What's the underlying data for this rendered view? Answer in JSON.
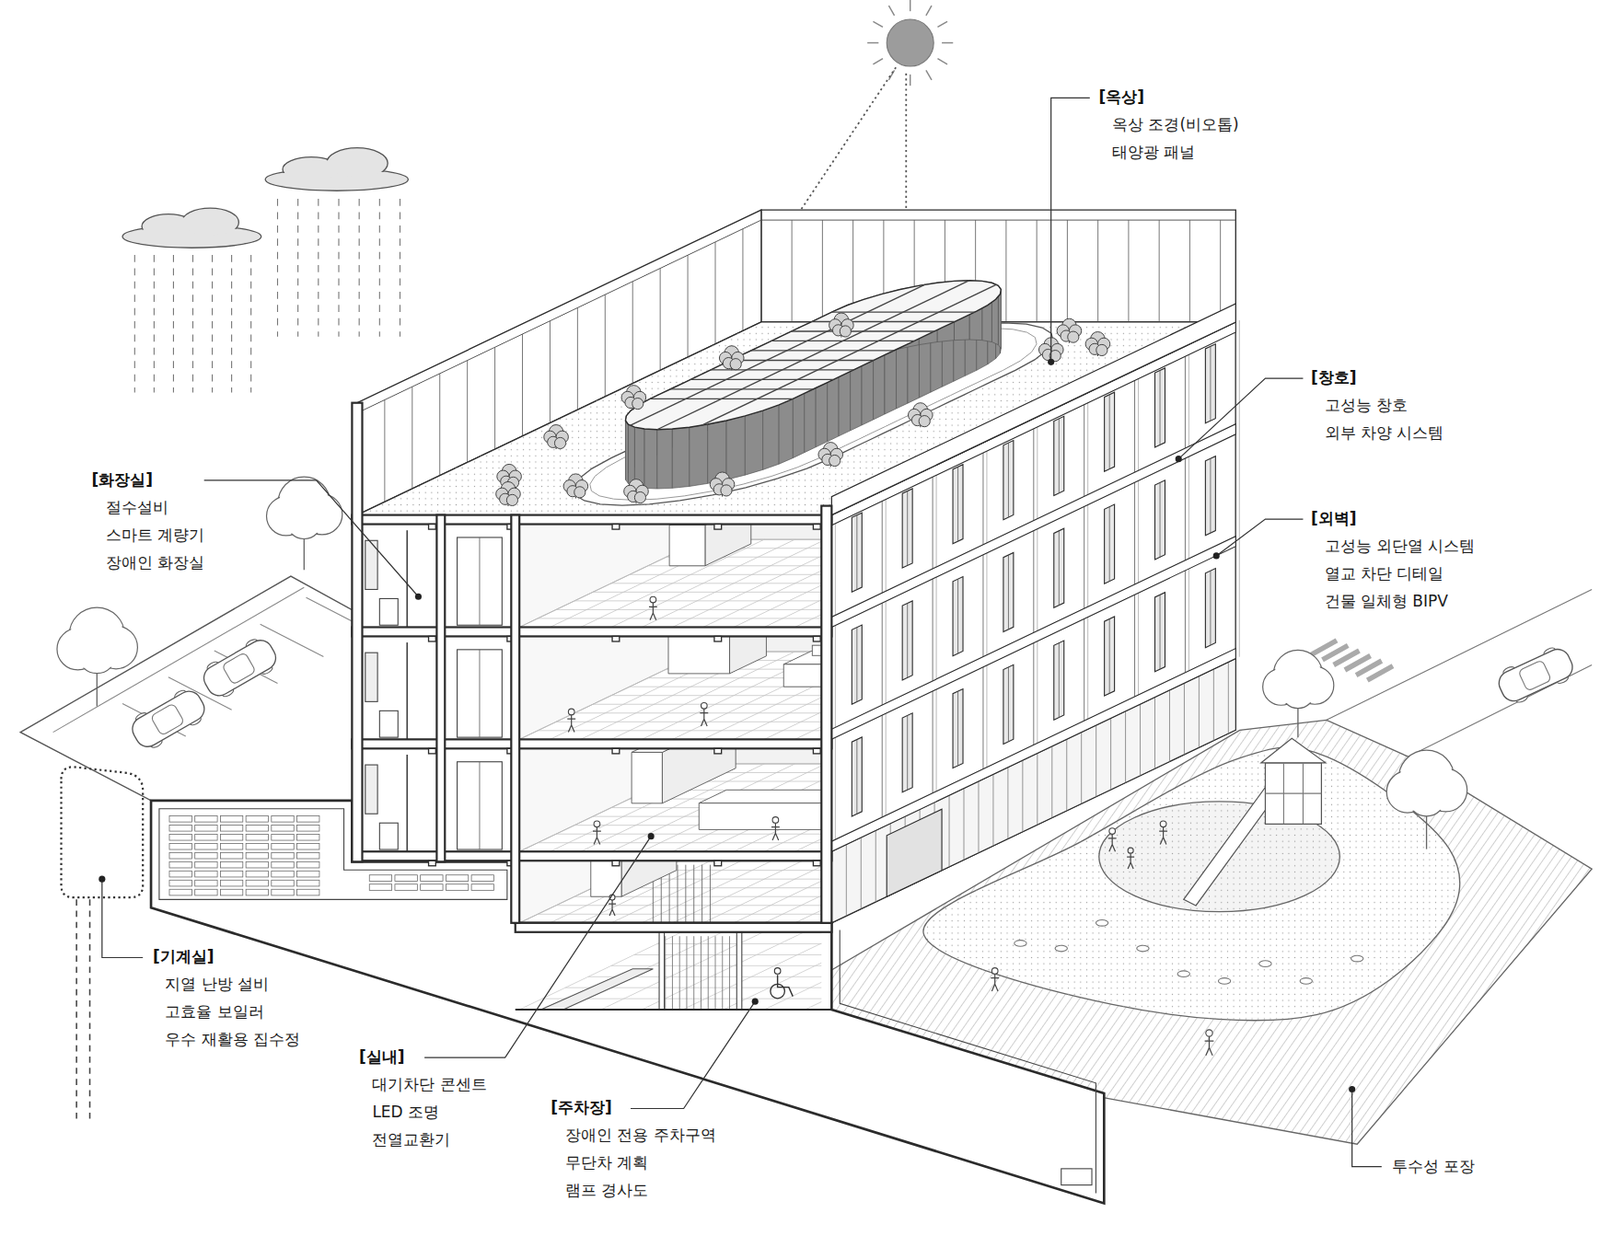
{
  "diagram": {
    "labels": [
      "[옥상]",
      "옥상 조경(비오톱)",
      "태양광 패널",
      "[창호]",
      "고성능 창호",
      "외부 차양 시스템",
      "[외벽]",
      "고성능 외단열 시스템",
      "열교 차단 디테일",
      "건물 일체형 BIPV",
      "[화장실]",
      "절수설비",
      "스마트 계량기",
      "장애인 화장실",
      "[기계실]",
      "지열 난방 설비",
      "고효율 보일러",
      "우수 재활용 집수정",
      "[실내]",
      "대기차단 콘센트",
      "LED 조명",
      "전열교환기",
      "[주차장]",
      "장애인 전용 주차구역",
      "무단차 계획",
      "램프 경사도",
      "투수성 포장"
    ]
  }
}
